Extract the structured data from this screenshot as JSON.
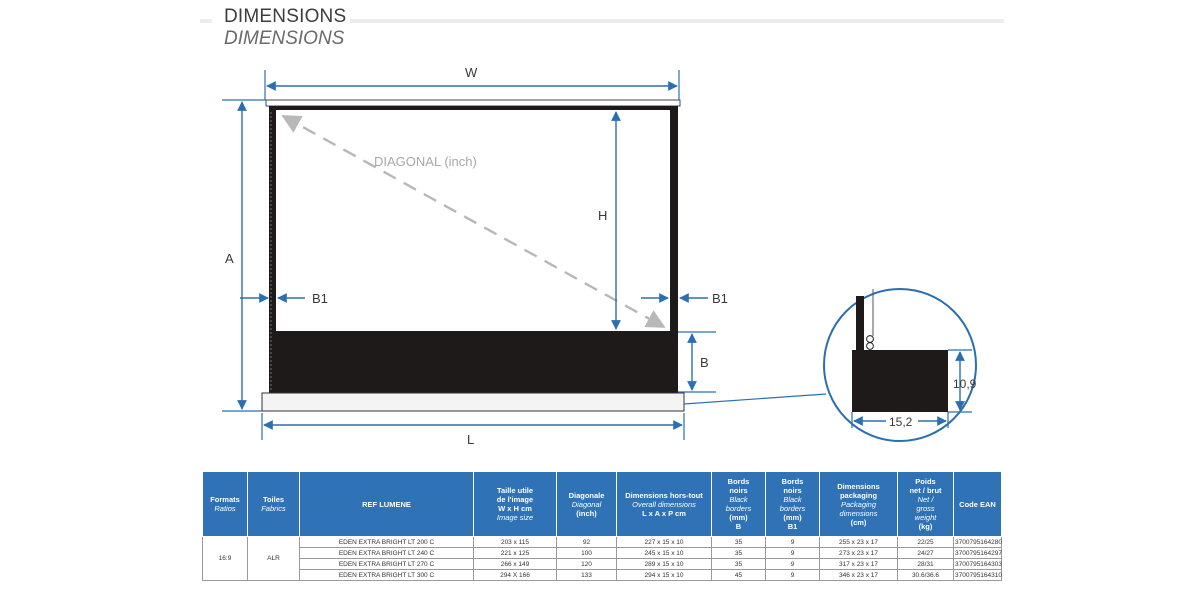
{
  "header": {
    "title": "DIMENSIONS",
    "subtitle": "DIMENSIONS"
  },
  "diagram": {
    "labels": {
      "w": "W",
      "a": "A",
      "h": "H",
      "diagonal": "DIAGONAL (inch)",
      "b1_left": "B1",
      "b1_right": "B1",
      "b": "B",
      "l": "L",
      "detail_height": "10,9",
      "detail_width": "15,2"
    }
  },
  "table": {
    "headers": [
      {
        "bold": [
          "Formats"
        ],
        "italic": [
          "Ratios"
        ],
        "bold_after": []
      },
      {
        "bold": [
          "Toiles"
        ],
        "italic": [
          "Fabrics"
        ],
        "bold_after": []
      },
      {
        "bold": [
          "REF LUMENE"
        ],
        "italic": [],
        "bold_after": []
      },
      {
        "bold": [
          "Taille utile",
          "de l'image",
          "W x H cm"
        ],
        "italic": [
          "Image size"
        ],
        "bold_after": []
      },
      {
        "bold": [
          "Diagonale"
        ],
        "italic": [
          "Diagonal"
        ],
        "bold_after": [
          "(inch)"
        ]
      },
      {
        "bold": [
          "Dimensions hors-tout"
        ],
        "italic": [
          "Overall dimensions"
        ],
        "bold_after": [
          "L x A x P cm"
        ]
      },
      {
        "bold": [
          "Bords",
          "noirs"
        ],
        "italic": [
          "Black",
          "borders"
        ],
        "bold_after": [
          "(mm)",
          "B"
        ]
      },
      {
        "bold": [
          "Bords",
          "noirs"
        ],
        "italic": [
          "Black",
          "borders"
        ],
        "bold_after": [
          "(mm)",
          "B1"
        ]
      },
      {
        "bold": [
          "Dimensions",
          "packaging"
        ],
        "italic": [
          "Packaging",
          "dimensions"
        ],
        "bold_after": [
          "(cm)"
        ]
      },
      {
        "bold": [
          "Poids",
          "net / brut"
        ],
        "italic": [
          "Net /",
          "gross",
          "weight"
        ],
        "bold_after": [
          "(kg)"
        ]
      },
      {
        "bold": [
          "Code EAN"
        ],
        "italic": [],
        "bold_after": []
      }
    ],
    "format": "16:9",
    "fabric": "ALR",
    "rows": [
      [
        "EDEN EXTRA BRIGHT LT 200 C",
        "203 x 115",
        "92",
        "227 x 15 x 10",
        "35",
        "9",
        "255 x 23 x 17",
        "22/25",
        "3700795164280"
      ],
      [
        "EDEN EXTRA BRIGHT LT 240 C",
        "221 x 125",
        "100",
        "245 x 15 x 10",
        "35",
        "9",
        "273 x 23 x 17",
        "24/27",
        "3700795164297"
      ],
      [
        "EDEN EXTRA BRIGHT LT 270 C",
        "266 x 149",
        "120",
        "289 x 15 x 10",
        "35",
        "9",
        "317 x 23 x 17",
        "28/31",
        "3700795164303"
      ],
      [
        "EDEN EXTRA BRIGHT LT 300 C",
        "294 X 166",
        "133",
        "294 x 15 x 10",
        "45",
        "9",
        "346 x 23 x 17",
        "30.6/36.6",
        "3700795164310"
      ]
    ]
  },
  "colors": {
    "accent": "#2f72b5",
    "dimension_line": "#2b6fb0",
    "screen_frame": "#1e1a1a",
    "diagonal": "#b8b8b8"
  }
}
